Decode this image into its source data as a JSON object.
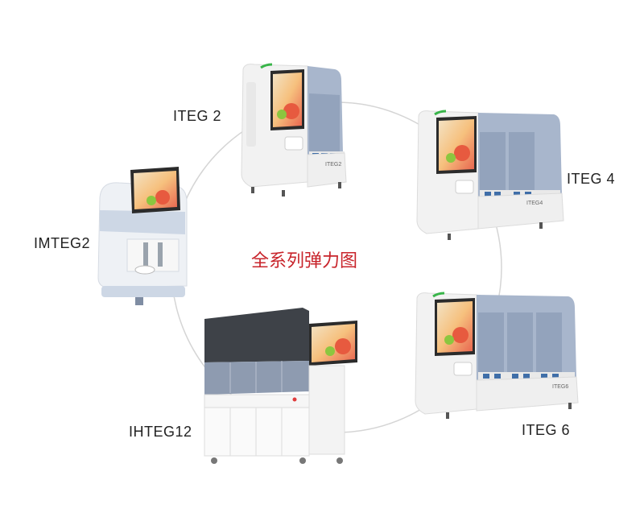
{
  "title": "全系列弹力图",
  "devices": [
    {
      "id": "iteg2",
      "label": "ITEG 2",
      "tag": "ITEG2"
    },
    {
      "id": "iteg4",
      "label": "ITEG 4",
      "tag": "ITEG4"
    },
    {
      "id": "imteg2",
      "label": "IMTEG2"
    },
    {
      "id": "iteg6",
      "label": "ITEG 6",
      "tag": "ITEG6"
    },
    {
      "id": "ihteg12",
      "label": "IHTEG12"
    }
  ],
  "colors": {
    "title": "#c8242b",
    "ring": "#d5d5d5",
    "panel_blue": "#9cadc7",
    "accent_green": "#39b54a",
    "body_white": "#f4f4f4"
  }
}
